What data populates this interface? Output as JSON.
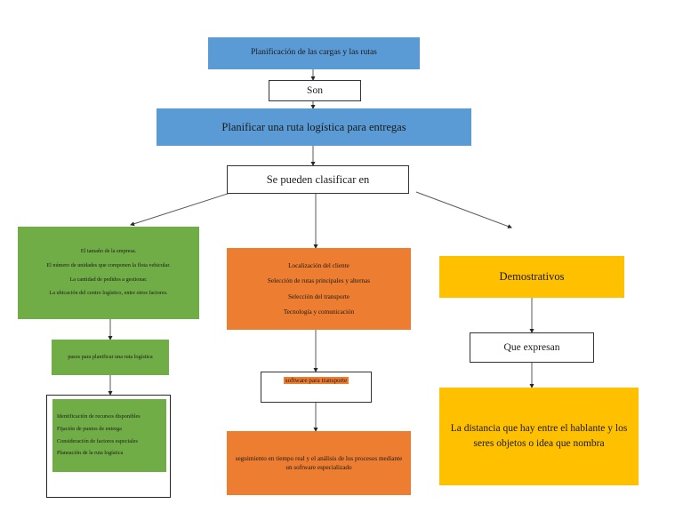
{
  "diagram": {
    "title": "Planificación de las cargas y las rutas",
    "colors": {
      "blue": "#5B9BD5",
      "green": "#70AD47",
      "orange": "#ED7D31",
      "yellow": "#FFC000",
      "white": "#FFFFFF",
      "outline": "#262626"
    },
    "nodes": {
      "root": {
        "text": "Planificación de las cargas y las rutas"
      },
      "connector_son": {
        "text": "Son"
      },
      "planificar": {
        "text": "Planificar una ruta logística para entregas"
      },
      "clasificar": {
        "text": "Se pueden clasificar en"
      },
      "factores": {
        "lines": [
          "El tamaño de la empresa.",
          "El número de unidades que componen la flota vehicular.",
          "La cantidad de pedidos a gestionar.",
          "La ubicación del centro logístico, entre otros factores."
        ]
      },
      "pasos": {
        "text": "pasos para planificar una ruta logística"
      },
      "pasos_lista": {
        "lines": [
          "Identificación de recursos disponibles",
          "Fijación de puntos de entrega",
          "Consideración de factores especiales",
          "Planeación de la ruta logística"
        ]
      },
      "criterios": {
        "lines": [
          "Localización del cliente",
          "Selección de rutas principales y alternas",
          "Selección del transporte",
          "Tecnología y comunicación"
        ]
      },
      "software": {
        "text": "software para transporte"
      },
      "seguimiento": {
        "text": "seguimiento en tiempo real y el análisis de los procesos mediante un software especializado"
      },
      "demostrativos": {
        "text": "Demostrativos"
      },
      "que_expresan": {
        "text": "Que expresan"
      },
      "distancia": {
        "text": "La distancia que hay entre el hablante y los seres objetos o idea que nombra"
      }
    }
  }
}
